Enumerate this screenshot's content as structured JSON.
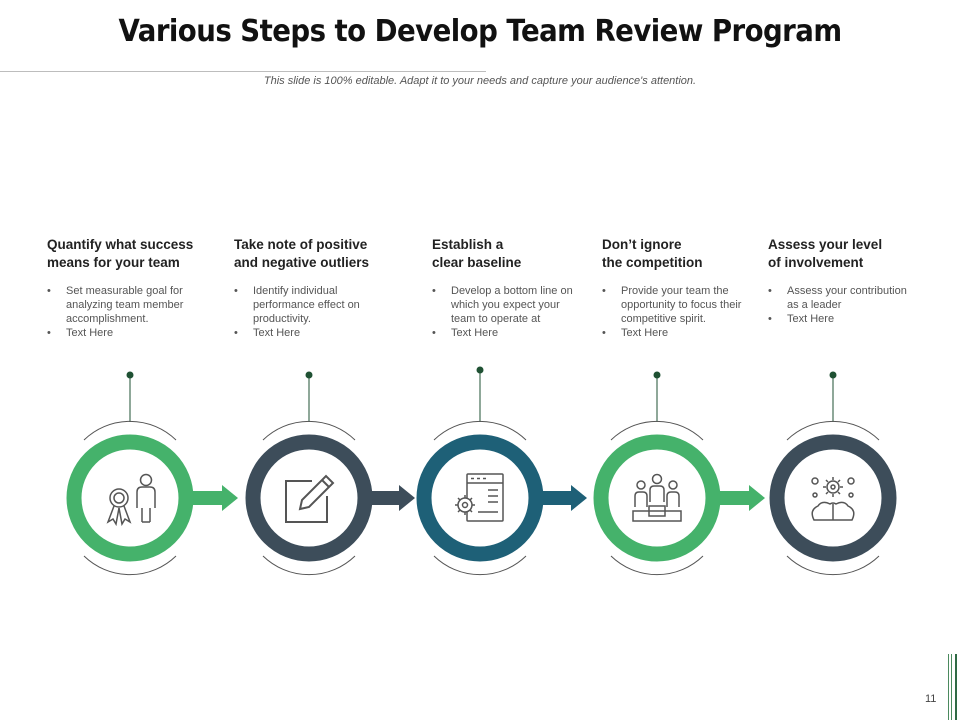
{
  "title": "Various Steps to Develop Team Review Program",
  "subtitle": "This slide is 100% editable. Adapt it to your needs and capture your audience's attention.",
  "steps": [
    {
      "heading": [
        "Quantify what success",
        "means for your team"
      ],
      "bullets": [
        "Set measurable goal for analyzing team member accomplishment.",
        "Text Here"
      ],
      "icon": "award-person-icon",
      "color": "#45b26b"
    },
    {
      "heading": [
        "Take note of positive",
        "and negative outliers"
      ],
      "bullets": [
        "Identify individual performance effect on productivity.",
        "Text Here"
      ],
      "icon": "edit-note-icon",
      "color": "#3d4d5a"
    },
    {
      "heading": [
        "Establish a",
        "clear baseline"
      ],
      "bullets": [
        "Develop a bottom line on which you expect your team to operate at",
        "Text Here"
      ],
      "icon": "settings-document-icon",
      "color": "#1e6077"
    },
    {
      "heading": [
        "Don’t ignore",
        "the competition"
      ],
      "bullets": [
        "Provide your team the opportunity to focus their competitive spirit.",
        "Text Here"
      ],
      "icon": "team-podium-icon",
      "color": "#45b26b"
    },
    {
      "heading": [
        "Assess your level",
        "of involvement"
      ],
      "bullets": [
        "Assess your contribution as a leader",
        "Text Here"
      ],
      "icon": "brain-gears-icon",
      "color": "#3d4d5a"
    }
  ],
  "page_number": "11",
  "colors": {
    "green": "#45b26b",
    "dark_slate": "#3d4d5a",
    "teal": "#1e6077",
    "dark_green": "#1f5133"
  }
}
